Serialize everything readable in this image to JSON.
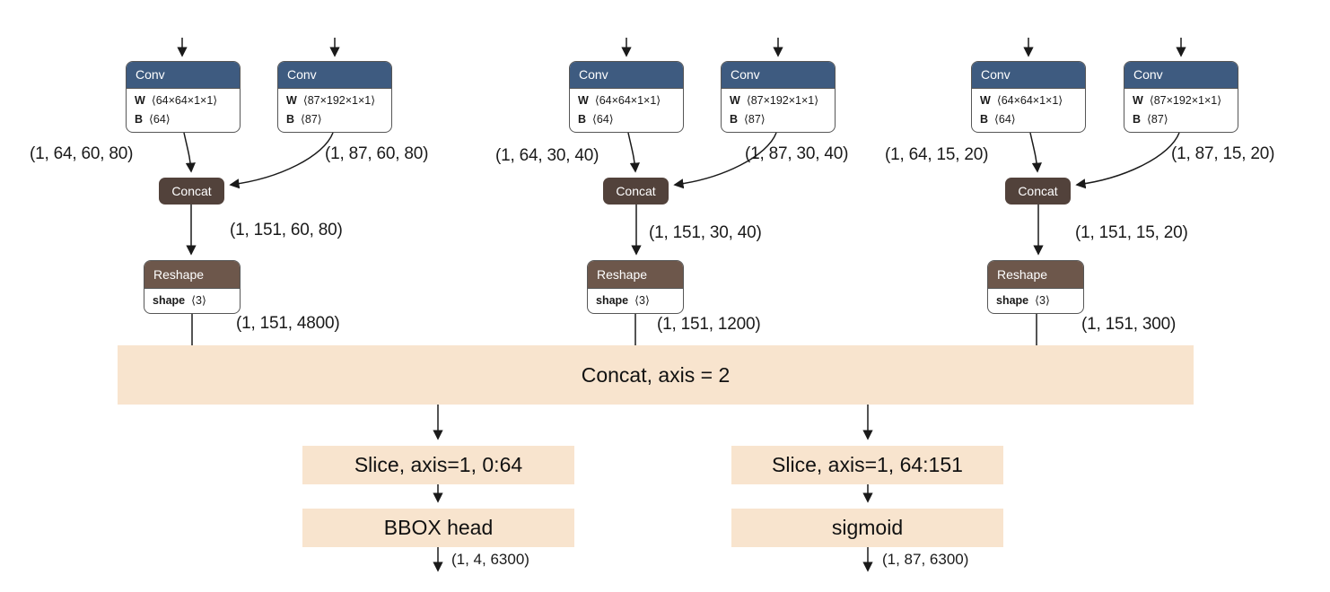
{
  "diagram_title": "Detection head graph with three Conv branches merged by Concat",
  "colors": {
    "conv_header": "#3e5b80",
    "concat_node": "#52423b",
    "reshape_header": "#6d574b",
    "highlight_panel": "#f8e4ce",
    "edge": "#1a1a1a",
    "node_border": "#565656"
  },
  "branches": [
    {
      "conv1": {
        "op": "Conv",
        "w_name": "W",
        "w_value": "⟨64×64×1×1⟩",
        "b_name": "B",
        "b_value": "⟨64⟩"
      },
      "conv2": {
        "op": "Conv",
        "w_name": "W",
        "w_value": "⟨87×192×1×1⟩",
        "b_name": "B",
        "b_value": "⟨87⟩"
      },
      "input_shape_left": "(1, 64, 60, 80)",
      "input_shape_right": "(1, 87, 60, 80)",
      "concat_op": "Concat",
      "concat_out_shape": "(1, 151, 60, 80)",
      "reshape_op": "Reshape",
      "reshape_param_name": "shape",
      "reshape_param_value": "⟨3⟩",
      "reshape_out_shape": "(1, 151, 4800)"
    },
    {
      "conv1": {
        "op": "Conv",
        "w_name": "W",
        "w_value": "⟨64×64×1×1⟩",
        "b_name": "B",
        "b_value": "⟨64⟩"
      },
      "conv2": {
        "op": "Conv",
        "w_name": "W",
        "w_value": "⟨87×192×1×1⟩",
        "b_name": "B",
        "b_value": "⟨87⟩"
      },
      "input_shape_left": "(1, 64, 30, 40)",
      "input_shape_right": "(1, 87, 30, 40)",
      "concat_op": "Concat",
      "concat_out_shape": "(1, 151, 30, 40)",
      "reshape_op": "Reshape",
      "reshape_param_name": "shape",
      "reshape_param_value": "⟨3⟩",
      "reshape_out_shape": "(1, 151, 1200)"
    },
    {
      "conv1": {
        "op": "Conv",
        "w_name": "W",
        "w_value": "⟨64×64×1×1⟩",
        "b_name": "B",
        "b_value": "⟨64⟩"
      },
      "conv2": {
        "op": "Conv",
        "w_name": "W",
        "w_value": "⟨87×192×1×1⟩",
        "b_name": "B",
        "b_value": "⟨87⟩"
      },
      "input_shape_left": "(1, 64, 15, 20)",
      "input_shape_right": "(1, 87, 15, 20)",
      "concat_op": "Concat",
      "concat_out_shape": "(1, 151, 15, 20)",
      "reshape_op": "Reshape",
      "reshape_param_name": "shape",
      "reshape_param_value": "⟨3⟩",
      "reshape_out_shape": "(1, 151, 300)"
    }
  ],
  "bottom": {
    "concat_bar_label": "Concat, axis = 2",
    "left_pipeline": {
      "slice_label": "Slice, axis=1, 0:64",
      "head_label": "BBOX head",
      "output_shape": "(1, 4, 6300)"
    },
    "right_pipeline": {
      "slice_label": "Slice, axis=1, 64:151",
      "head_label": "sigmoid",
      "output_shape": "(1, 87, 6300)"
    }
  }
}
